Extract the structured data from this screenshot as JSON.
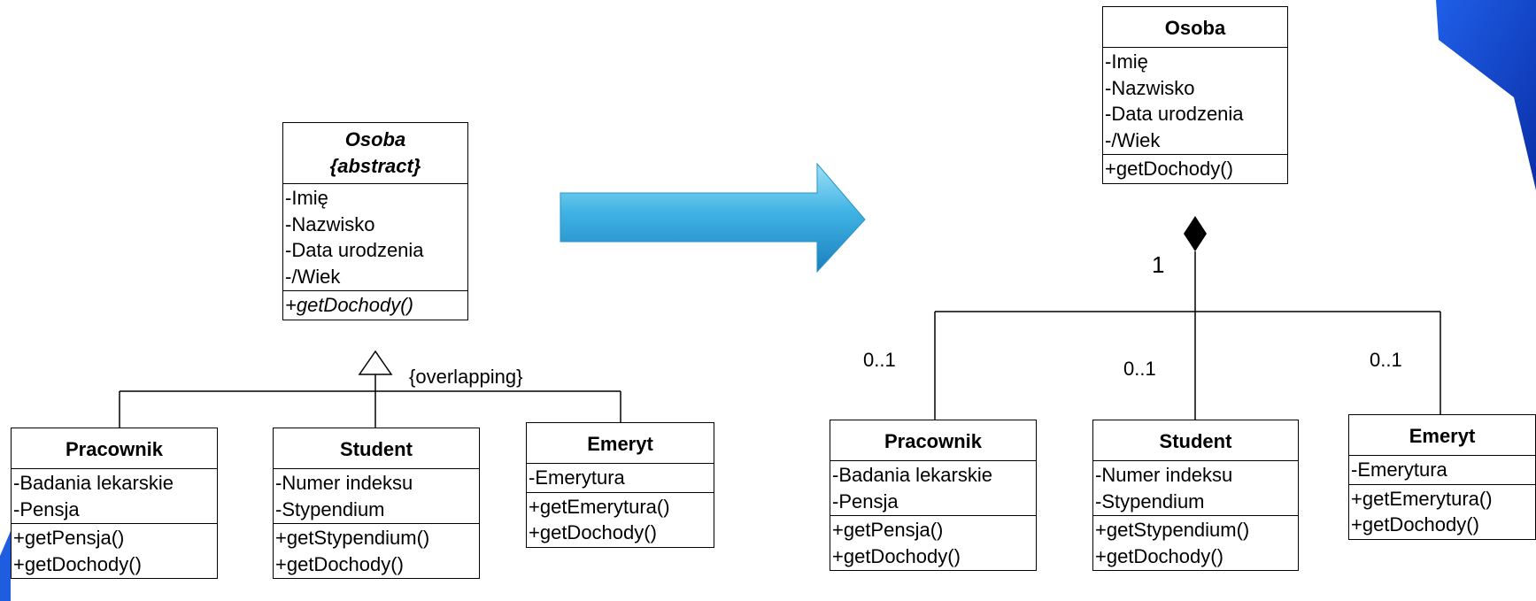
{
  "left": {
    "super": {
      "name": "Osoba",
      "stereotype": "{abstract}",
      "attrs": [
        "-Imię",
        "-Nazwisko",
        "-Data urodzenia",
        "-/Wiek"
      ],
      "ops": [
        "+getDochody()"
      ]
    },
    "constraint": "{overlapping}",
    "pracownik": {
      "name": "Pracownik",
      "attrs": [
        "-Badania lekarskie",
        "-Pensja"
      ],
      "ops": [
        "+getPensja()",
        "+getDochody()"
      ]
    },
    "student": {
      "name": "Student",
      "attrs": [
        "-Numer indeksu",
        "-Stypendium"
      ],
      "ops": [
        "+getStypendium()",
        "+getDochody()"
      ]
    },
    "emeryt": {
      "name": "Emeryt",
      "attrs": [
        "-Emerytura"
      ],
      "ops": [
        "+getEmerytura()",
        "+getDochody()"
      ]
    }
  },
  "right": {
    "osoba": {
      "name": "Osoba",
      "attrs": [
        "-Imię",
        "-Nazwisko",
        "-Data urodzenia",
        "-/Wiek"
      ],
      "ops": [
        "+getDochody()"
      ]
    },
    "multiplicity_whole": "1",
    "multiplicity_part": "0..1",
    "pracownik": {
      "name": "Pracownik",
      "attrs": [
        "-Badania lekarskie",
        "-Pensja"
      ],
      "ops": [
        "+getPensja()",
        "+getDochody()"
      ]
    },
    "student": {
      "name": "Student",
      "attrs": [
        "-Numer indeksu",
        "-Stypendium"
      ],
      "ops": [
        "+getStypendium()",
        "+getDochody()"
      ]
    },
    "emeryt": {
      "name": "Emeryt",
      "attrs": [
        "-Emerytura"
      ],
      "ops": [
        "+getEmerytura()",
        "+getDochody()"
      ]
    }
  },
  "colors": {
    "arrow": "#3fb3e3",
    "accent": "#1a4fd6"
  }
}
